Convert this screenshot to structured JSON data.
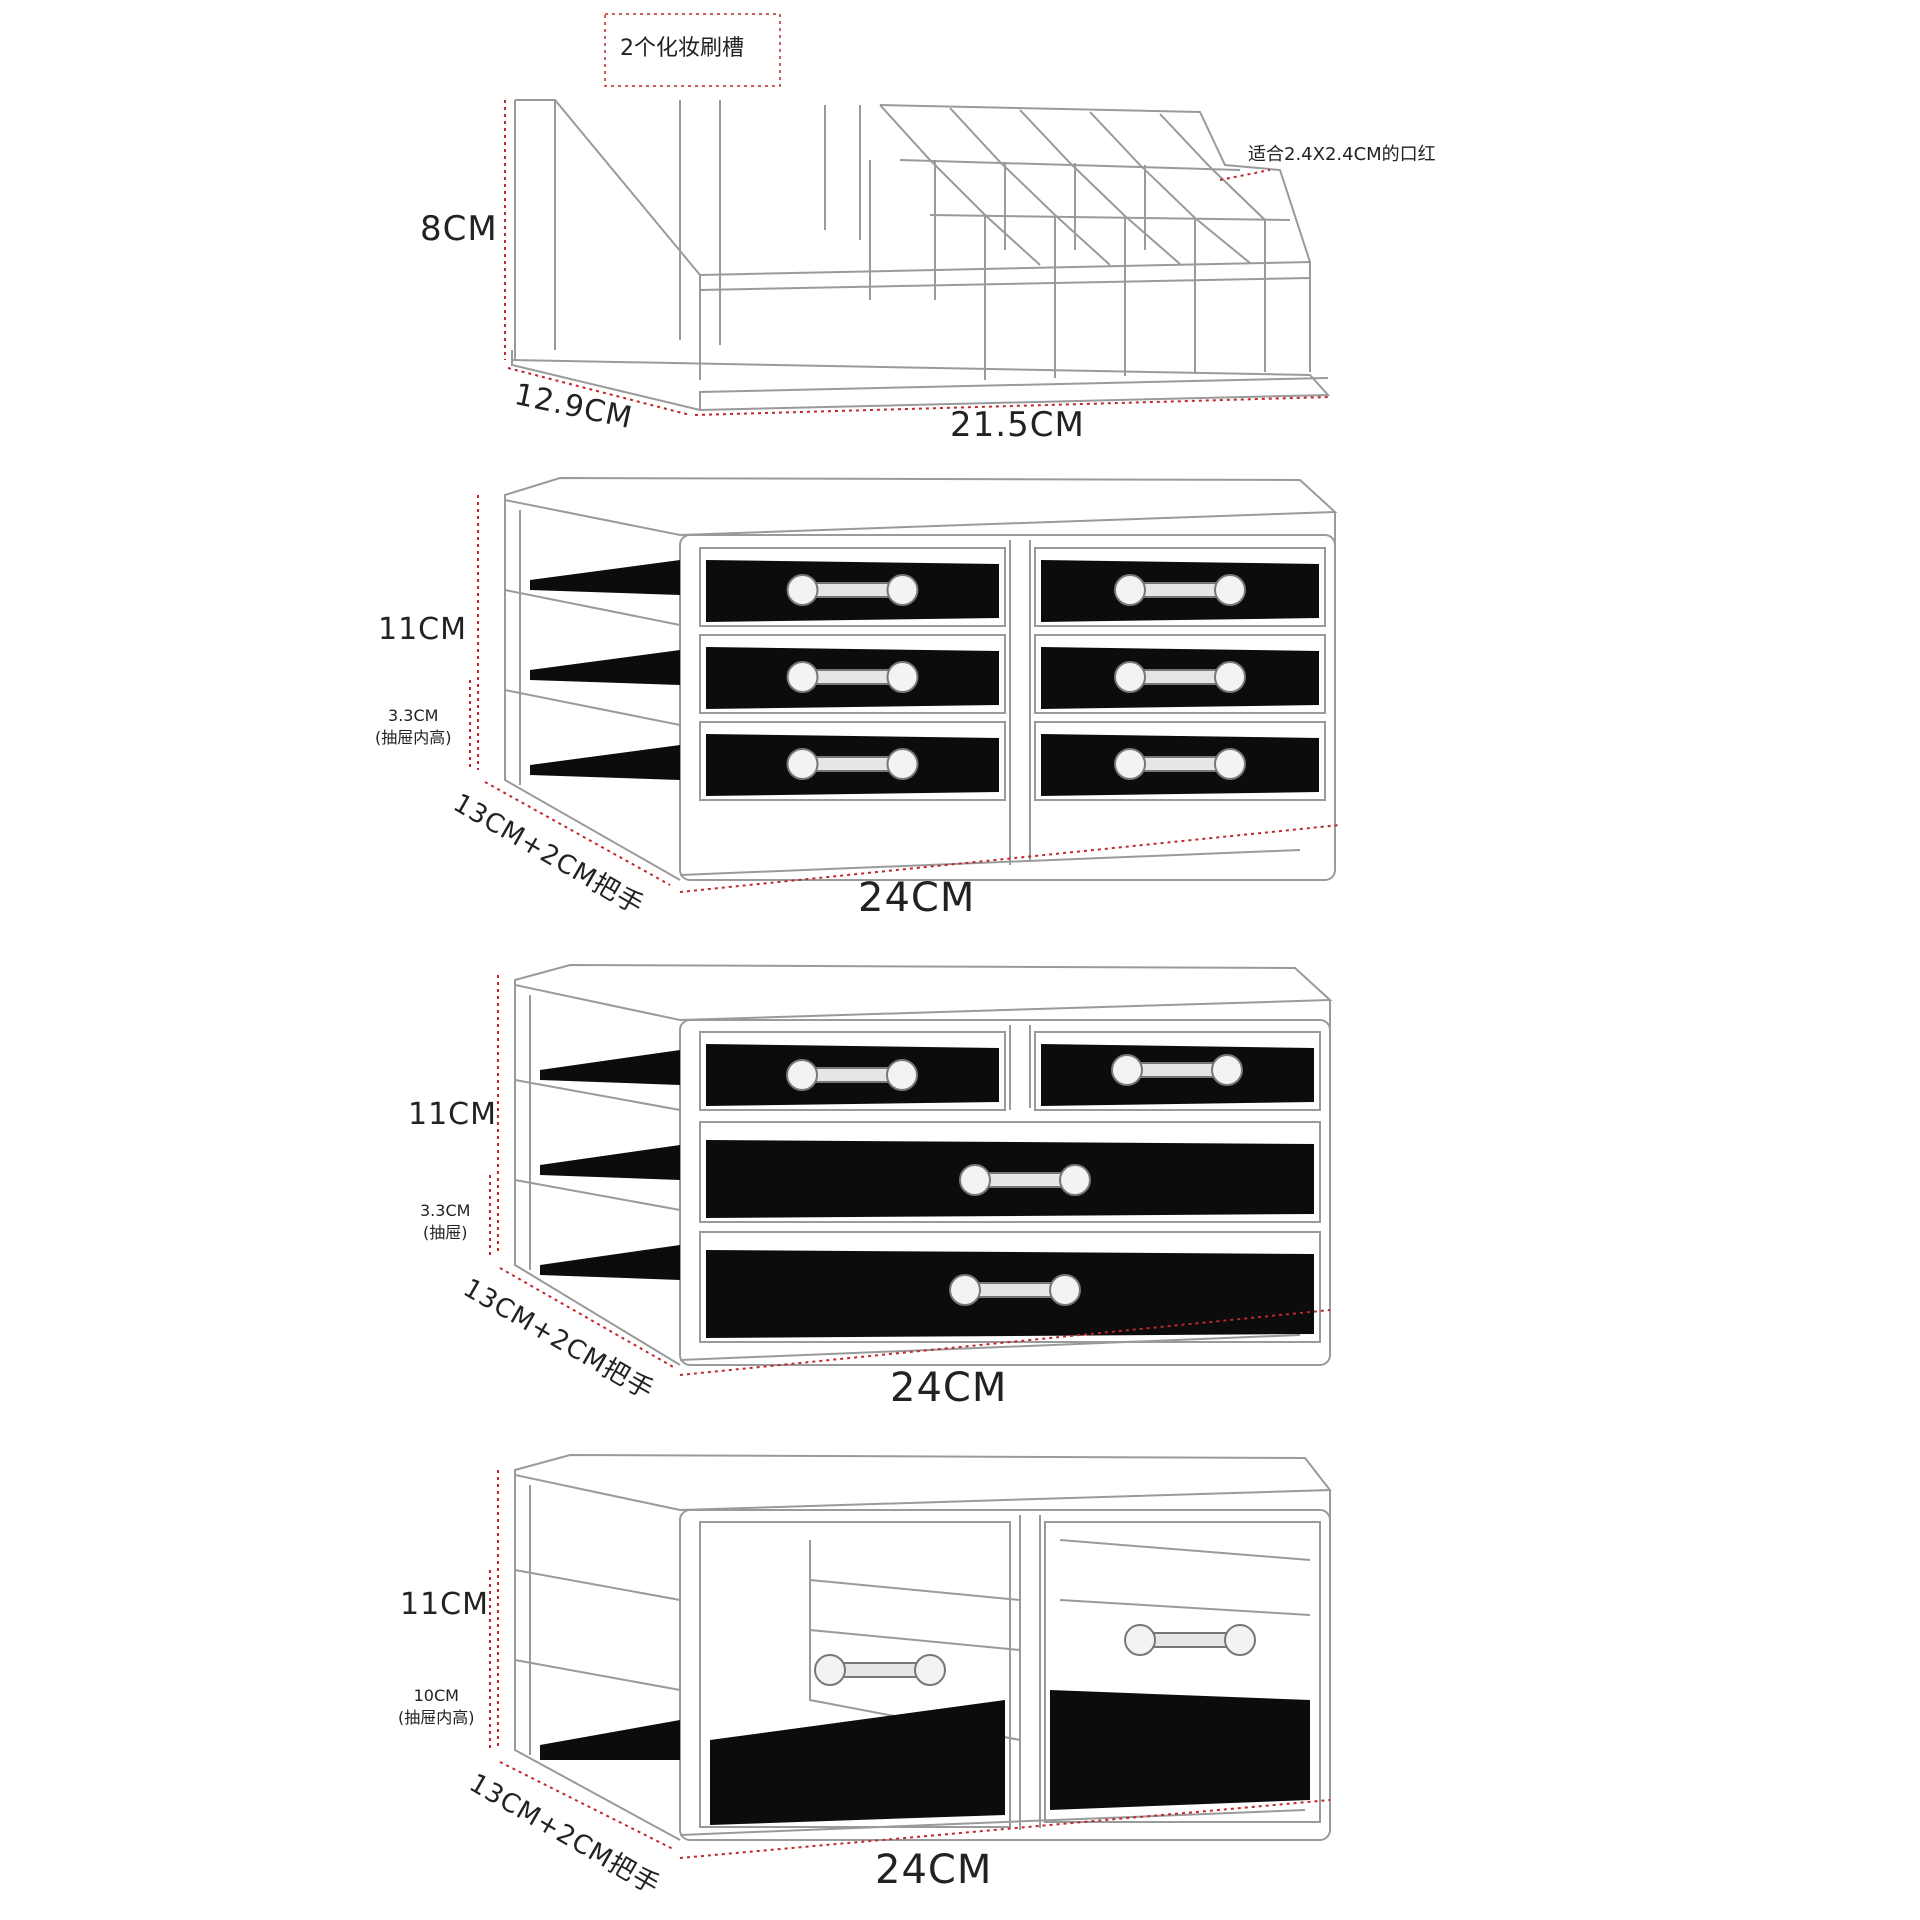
{
  "colors": {
    "dim_line": "#c0282c",
    "acrylic": "#9a9a9a",
    "velvet": "#0c0c0c",
    "text": "#222222"
  },
  "products": [
    {
      "kind": "lipstick-organizer",
      "labels": {
        "brush_slots": "2个化妆刷槽",
        "lipstick_fit": "适合2.4X2.4CM的口红",
        "height": "8CM",
        "depth": "12.9CM",
        "width": "21.5CM"
      }
    },
    {
      "kind": "drawer-unit-six",
      "drawer_count": 6,
      "labels": {
        "height": "11CM",
        "drawer_inner_height": "3.3CM\n(抽屉内高)",
        "depth": "13CM+2CM把手",
        "width": "24CM"
      }
    },
    {
      "kind": "drawer-unit-four",
      "drawer_count": 4,
      "labels": {
        "height": "11CM",
        "drawer_inner_height": "3.3CM\n(抽屉)",
        "depth": "13CM+2CM把手",
        "width": "24CM"
      }
    },
    {
      "kind": "drawer-unit-two-tall",
      "drawer_count": 2,
      "labels": {
        "height": "11CM",
        "drawer_inner_height": "10CM\n(抽屉内高)",
        "depth": "13CM+2CM把手",
        "width": "24CM"
      }
    }
  ]
}
